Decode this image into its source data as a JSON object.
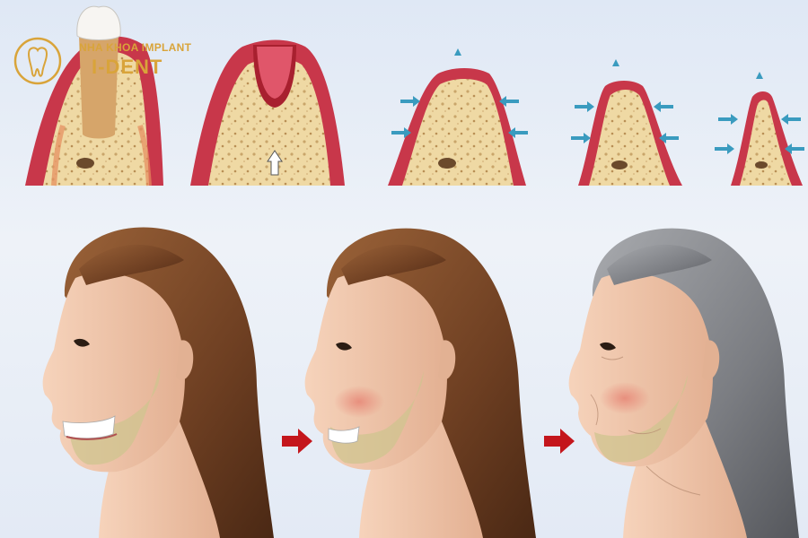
{
  "logo": {
    "line1": "NHA KHOA IMPLANT",
    "line2": "I-DENT"
  },
  "colors": {
    "gum": "#c8374a",
    "bone": "#efd9a4",
    "hair_young": "#7a4a2a",
    "hair_old": "#7d7f84",
    "skin": "#f0c7ad",
    "arrow_red": "#c4161c",
    "arrow_blue": "#3a9bbf",
    "brand_gold": "#d9a43a"
  },
  "bone_stages": [
    {
      "stage": "tooth-present"
    },
    {
      "stage": "tooth-extracted"
    },
    {
      "stage": "resorption-early"
    },
    {
      "stage": "resorption-mid"
    },
    {
      "stage": "resorption-advanced"
    }
  ],
  "faces": [
    {
      "stage": "young-full-teeth",
      "hair": "brown"
    },
    {
      "stage": "tooth-loss-bone-loss",
      "hair": "brown"
    },
    {
      "stage": "aged-toothless",
      "hair": "gray"
    }
  ],
  "arrows": [
    {
      "icon": "red-right-arrow"
    },
    {
      "icon": "red-right-arrow"
    }
  ]
}
